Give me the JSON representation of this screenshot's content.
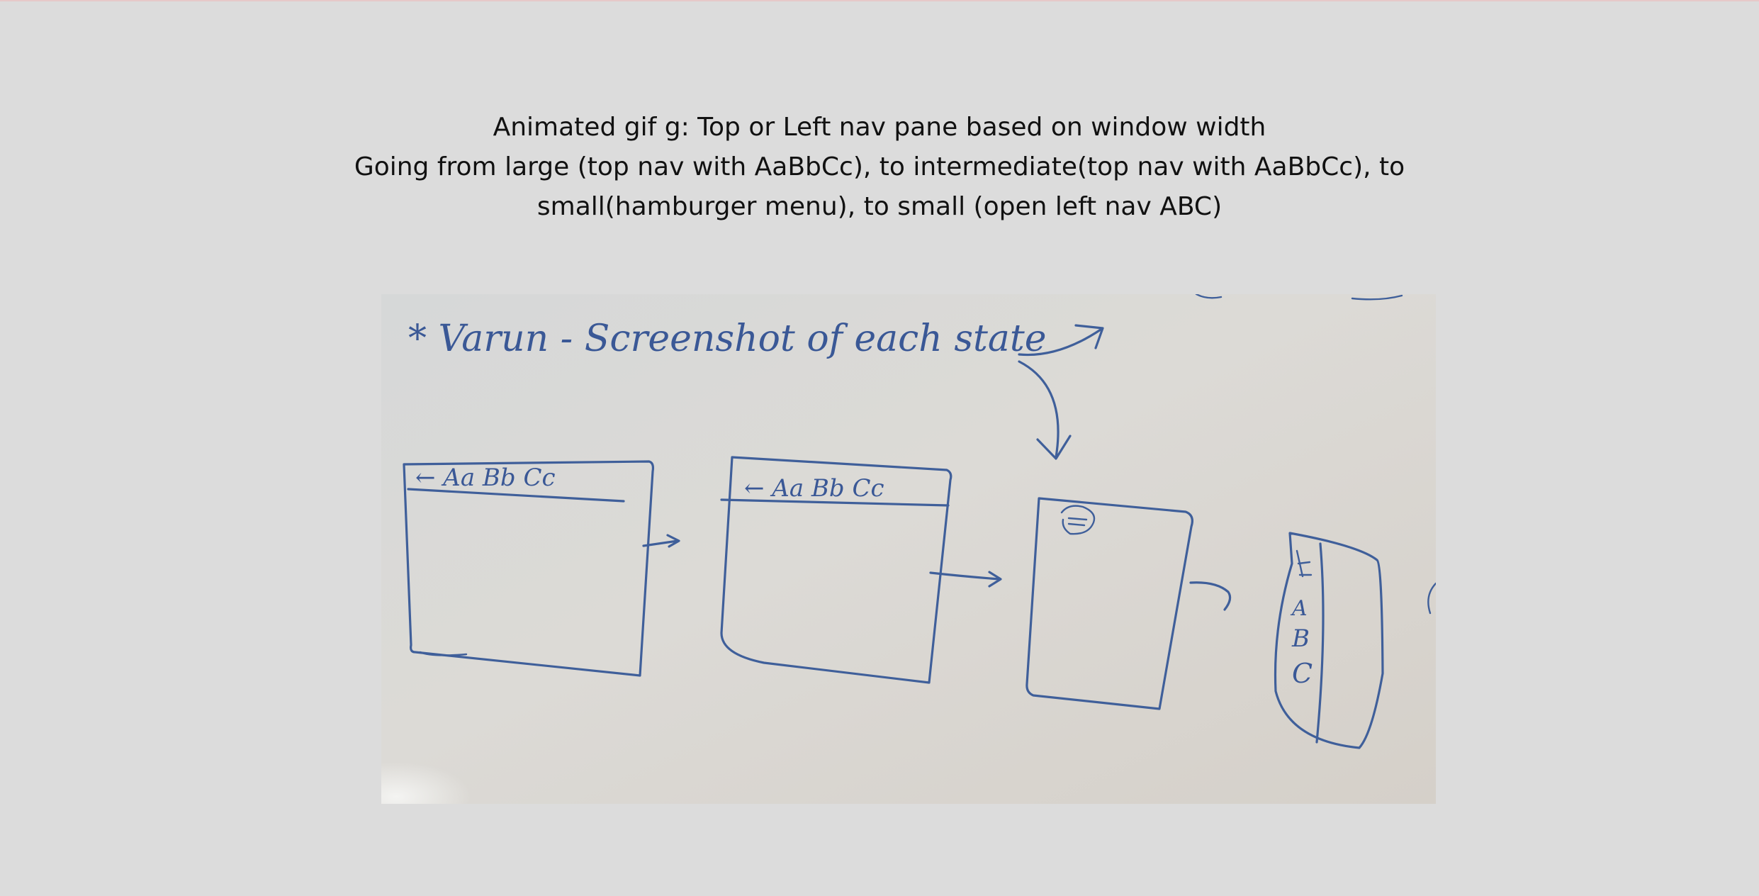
{
  "caption": {
    "line1": "Animated gif g: Top or Left nav pane based on window width",
    "line2": "Going from large (top nav with AaBbCc), to intermediate(top nav with AaBbCc), to",
    "line3": "small(hamburger menu), to small (open left nav ABC)"
  },
  "sketch": {
    "note": "* Varun - Screenshot of each state",
    "frame1_nav": "← Aa Bb Cc",
    "frame2_nav": "← Aa Bb Cc",
    "frame4_nav_a": "A",
    "frame4_nav_b": "B",
    "frame4_nav_c": "C",
    "colors": {
      "ink": "#3f5f9a",
      "page_background": "#dcdcdc",
      "whiteboard": "#d9d5cf"
    }
  }
}
